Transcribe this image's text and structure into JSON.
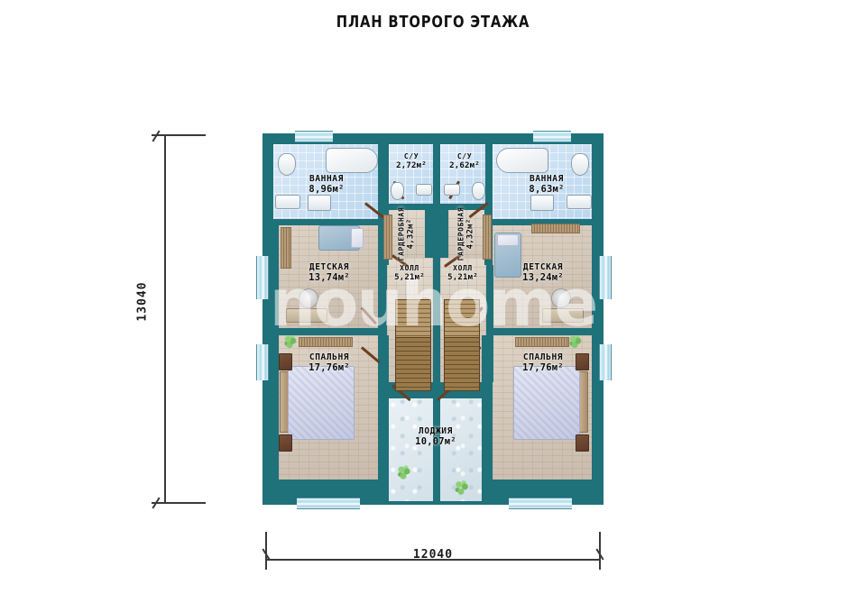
{
  "page": {
    "title": "ПЛАН ВТОРОГО ЭТАЖА",
    "watermark": "nouhome",
    "wall_color": "#1f717a",
    "bath_floor_color": "#cfe4f5",
    "wood_floor_color": "#d3c8bb",
    "loggia_floor_color": "#dde8ee",
    "dimension_color": "#3a3a3a"
  },
  "dimensions": {
    "vertical": "13040",
    "horizontal": "12040"
  },
  "rooms": [
    {
      "id": "bath-left",
      "name": "ВАННАЯ",
      "area": "8,96м²"
    },
    {
      "id": "wc-left",
      "name": "С/У",
      "area": "2,72м²"
    },
    {
      "id": "wc-right",
      "name": "С/У",
      "area": "2,62м²"
    },
    {
      "id": "bath-right",
      "name": "ВАННАЯ",
      "area": "8,63м²"
    },
    {
      "id": "closet-left",
      "name": "ГАРДЕРОБНАЯ",
      "area": "4,32м²"
    },
    {
      "id": "closet-right",
      "name": "ГАРДЕРОБНАЯ",
      "area": "4,32м²"
    },
    {
      "id": "kids-left",
      "name": "ДЕТСКАЯ",
      "area": "13,74м²"
    },
    {
      "id": "kids-right",
      "name": "ДЕТСКАЯ",
      "area": "13,24м²"
    },
    {
      "id": "hall-left",
      "name": "ХОЛЛ",
      "area": "5,21м²"
    },
    {
      "id": "hall-right",
      "name": "ХОЛЛ",
      "area": "5,21м²"
    },
    {
      "id": "bedroom-left",
      "name": "СПАЛЬНЯ",
      "area": "17,76м²"
    },
    {
      "id": "bedroom-right",
      "name": "СПАЛЬНЯ",
      "area": "17,76м²"
    },
    {
      "id": "loggia",
      "name": "ЛОДЖИЯ",
      "area": "10,07м²"
    }
  ]
}
